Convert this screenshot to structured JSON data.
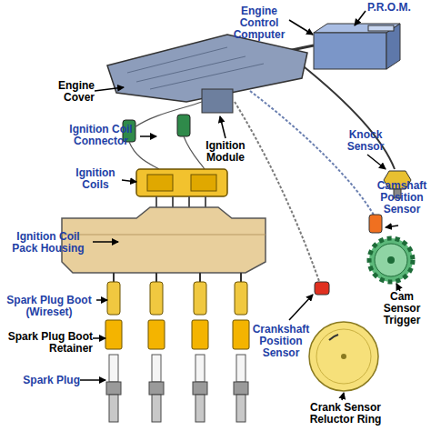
{
  "diagram": {
    "labels": [
      "Engine Control Computer",
      "P.R.O.M.",
      "Engine Cover",
      "Ignition Coil Connector",
      "Ignition Module",
      "Knock Sensor",
      "Ignition Coils",
      "Camshaft Position Sensor",
      "Ignition Coil Pack Housing",
      "Cam Sensor Trigger",
      "Spark Plug Boot (Wireset)",
      "Spark Plug Boot Retainer",
      "Crankshaft Position Sensor",
      "Spark Plug",
      "Crank Sensor Reluctor Ring"
    ]
  }
}
